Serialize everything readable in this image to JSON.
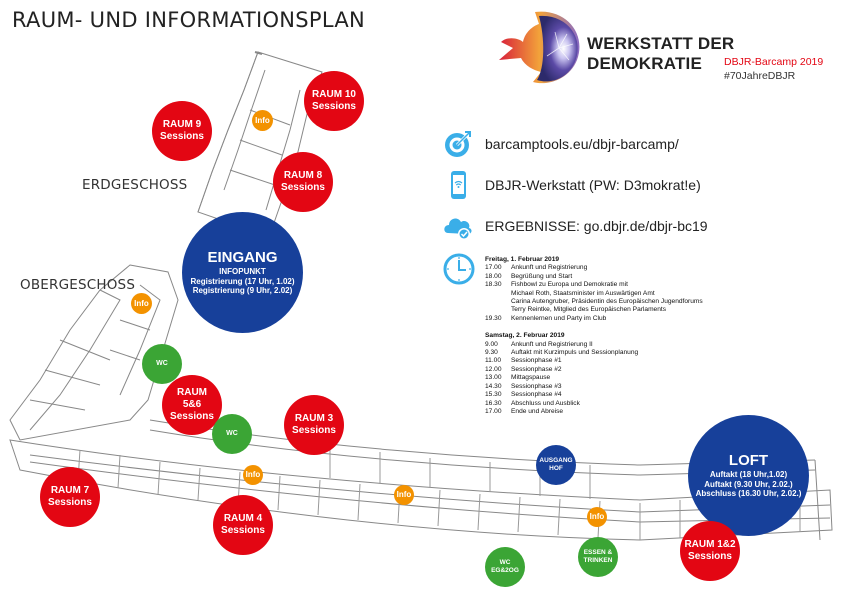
{
  "title": "RAUM- UND INFORMATIONSPLAN",
  "floors": {
    "ground": "ERDGESCHOSS",
    "upper": "OBERGESCHOSS"
  },
  "logo": {
    "title": "WERKSTATT DER DEMOKRATIE",
    "subtitle": "DBJR-Barcamp 2019",
    "hashtag": "#70JahreDBJR"
  },
  "links": [
    {
      "icon": "target-icon",
      "text": "barcamptools.eu/dbjr-barcamp/"
    },
    {
      "icon": "smartphone-wifi-icon",
      "text": "DBJR-Werkstatt (PW: D3mokrat!e)"
    },
    {
      "icon": "cloud-check-icon",
      "text": "ERGEBNISSE: go.dbjr.de/dbjr-bc19"
    }
  ],
  "schedule": {
    "icon": "clock-icon",
    "days": [
      {
        "title": "Freitag, 1. Februar 2019",
        "items": [
          {
            "time": "17.00",
            "text": "Ankunft und Registrierung"
          },
          {
            "time": "18.00",
            "text": "Begrüßung und Start"
          },
          {
            "time": "18.30",
            "text": "Fishbowl zu Europa und Demokratie mit"
          },
          {
            "time": "",
            "text": "Michael Roth, Staatsminister im Auswärtigen Amt"
          },
          {
            "time": "",
            "text": "Carina Autengruber, Präsidentin des Europäischen Jugendforums"
          },
          {
            "time": "",
            "text": "Terry Reintke, Mitglied des Europäischen Parlaments"
          },
          {
            "time": "19.30",
            "text": "Kennenlernen und Party im Club"
          }
        ]
      },
      {
        "title": "Samstag, 2. Februar 2019",
        "items": [
          {
            "time": "9.00",
            "text": "Ankunft und Registrierung II"
          },
          {
            "time": "9.30",
            "text": "Auftakt mit Kurzimpuls und Sessionplanung"
          },
          {
            "time": "11.00",
            "text": "Sessionphase #1"
          },
          {
            "time": "12.00",
            "text": "Sessionphase #2"
          },
          {
            "time": "13.00",
            "text": "Mittagspause"
          },
          {
            "time": "14.30",
            "text": "Sessionphase #3"
          },
          {
            "time": "15.30",
            "text": "Sessionphase #4"
          },
          {
            "time": "16.30",
            "text": "Abschluss und Ausblick"
          },
          {
            "time": "17.00",
            "text": "Ende und Abreise"
          }
        ]
      }
    ]
  },
  "markers": {
    "raum10": {
      "name": "RAUM 10",
      "sub": "Sessions"
    },
    "raum9": {
      "name": "RAUM 9",
      "sub": "Sessions"
    },
    "raum8": {
      "name": "RAUM 8",
      "sub": "Sessions"
    },
    "raum56": {
      "name": "RAUM",
      "name2": "5&6",
      "sub": "Sessions"
    },
    "raum3": {
      "name": "RAUM 3",
      "sub": "Sessions"
    },
    "raum7": {
      "name": "RAUM 7",
      "sub": "Sessions"
    },
    "raum4": {
      "name": "RAUM 4",
      "sub": "Sessions"
    },
    "raum12": {
      "name": "RAUM 1&2",
      "sub": "Sessions"
    },
    "eingang": {
      "name": "EINGANG",
      "l1": "INFOPUNKT",
      "l2": "Registrierung (17 Uhr, 1.02)",
      "l3": "Registrierung (9 Uhr, 2.02)"
    },
    "loft": {
      "name": "LOFT",
      "l1": "Auftakt (18 Uhr,1.02)",
      "l2": "Auftakt (9.30 Uhr, 2.02.)",
      "l3": "Abschluss (16.30 Uhr, 2.02.)"
    },
    "ausgang": {
      "name": "AUSGANG",
      "sub": "HOF"
    },
    "wc1": {
      "name": "WC"
    },
    "wc2": {
      "name": "WC"
    },
    "wc3": {
      "name": "WC",
      "sub": "EG&2OG"
    },
    "essen": {
      "name": "ESSEN &",
      "sub": "TRINKEN"
    },
    "info_label": "Info"
  },
  "colors": {
    "room": "#e30613",
    "entrance": "#17409a",
    "wc": "#3ba535",
    "info": "#f39200",
    "icon": "#3aaee8"
  }
}
